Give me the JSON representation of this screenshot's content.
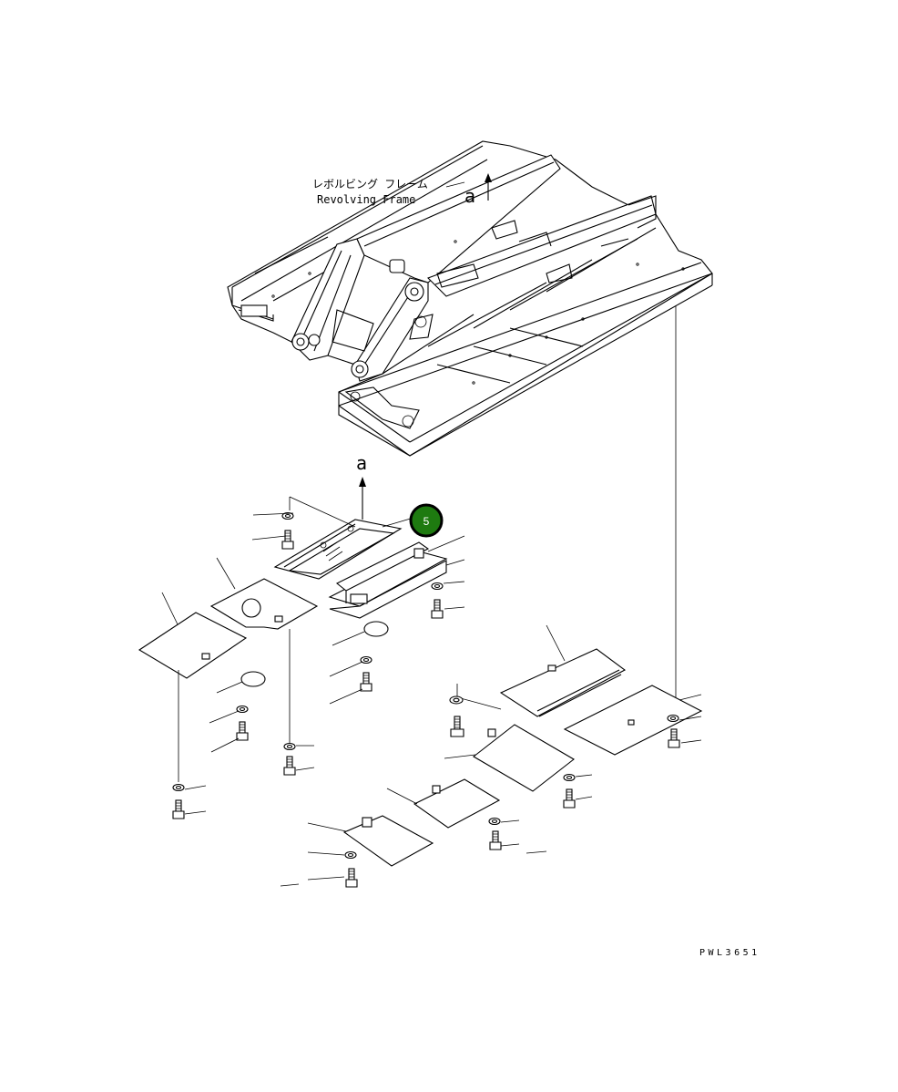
{
  "diagram": {
    "frame_label_jp": "レボルビング フレーム",
    "frame_label_en": "Revolving Frame",
    "view_marker_top": "a",
    "view_marker_bottom": "a",
    "callout": {
      "number": "5",
      "color": "#1e7a10"
    },
    "drawing_code": "PWL3651",
    "line_color": "#000000",
    "background_color": "#ffffff"
  }
}
